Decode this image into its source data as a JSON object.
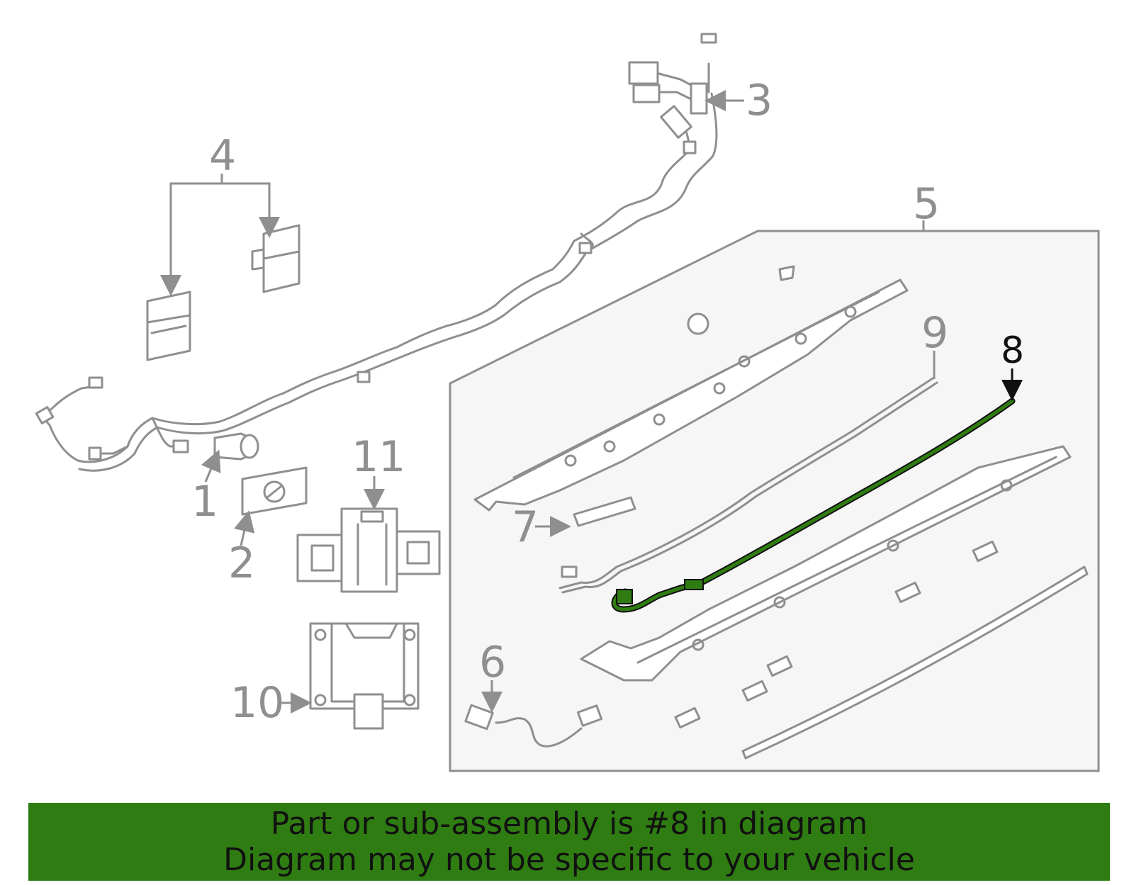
{
  "diagram": {
    "callouts": {
      "c1": "1",
      "c2": "2",
      "c3": "3",
      "c4": "4",
      "c5": "5",
      "c6": "6",
      "c7": "7",
      "c8": "8",
      "c9": "9",
      "c10": "10",
      "c11": "11"
    },
    "highlighted_part": "8",
    "colors": {
      "line": "#8f8f8f",
      "highlight": "#2f7d12",
      "box_fill": "#f6f6f6"
    }
  },
  "banner": {
    "line1": "Part or sub-assembly is #8 in diagram",
    "line2": "Diagram may not be specific to your vehicle"
  }
}
